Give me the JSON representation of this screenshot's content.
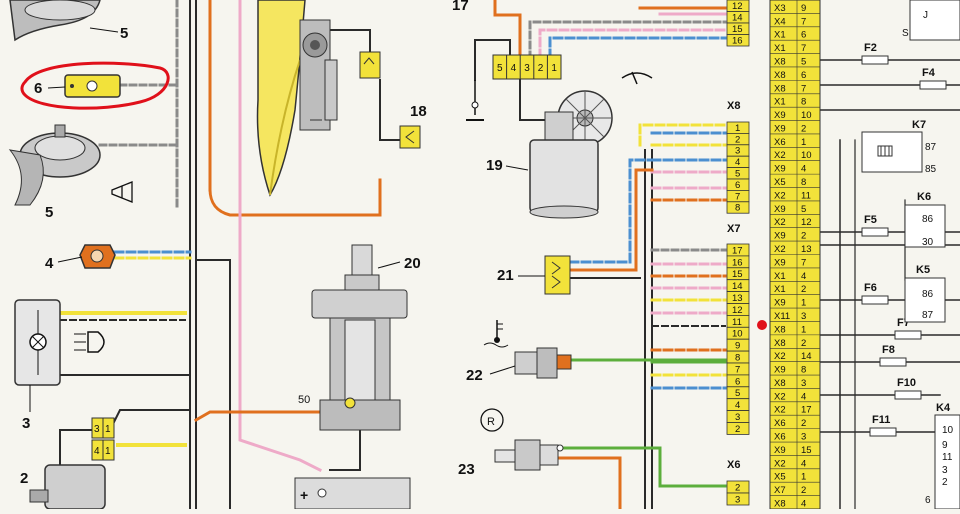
{
  "diagram": {
    "component_labels": {
      "c5_top": "5",
      "c5_bottom": "5",
      "c6": "6",
      "c4": "4",
      "c3": "3",
      "c2": "2",
      "c17": "17",
      "c18": "18",
      "c19": "19",
      "c20": "20",
      "c21": "21",
      "c22": "22",
      "c23": "23"
    },
    "terminal_50": "50",
    "connector_31": [
      "3",
      "1"
    ],
    "connector_41": [
      "4",
      "1"
    ],
    "connector_19_pins": [
      "5",
      "4",
      "3",
      "2",
      "1"
    ],
    "x8": {
      "title": "X8",
      "pins": [
        "1",
        "2",
        "3",
        "4",
        "5",
        "6",
        "7",
        "8"
      ]
    },
    "x7": {
      "title": "X7",
      "pins": [
        "17",
        "16",
        "15",
        "14",
        "13",
        "12",
        "11",
        "10",
        "9",
        "8",
        "7",
        "6",
        "5",
        "4",
        "3",
        "2"
      ]
    },
    "x6": {
      "title": "X6",
      "pins": [
        "2",
        "3"
      ]
    },
    "x_top_pins": [
      "12",
      "14",
      "15",
      "16"
    ],
    "mounting_block": [
      [
        "X3",
        "9"
      ],
      [
        "X4",
        "7"
      ],
      [
        "X1",
        "6"
      ],
      [
        "X1",
        "7"
      ],
      [
        "X8",
        "5"
      ],
      [
        "X8",
        "6"
      ],
      [
        "X8",
        "7"
      ],
      [
        "X1",
        "8"
      ],
      [
        "X9",
        "10"
      ],
      [
        "X9",
        "2"
      ],
      [
        "X6",
        "1"
      ],
      [
        "X2",
        "10"
      ],
      [
        "X9",
        "4"
      ],
      [
        "X5",
        "8"
      ],
      [
        "X2",
        "11"
      ],
      [
        "X9",
        "5"
      ],
      [
        "X2",
        "12"
      ],
      [
        "X9",
        "2"
      ],
      [
        "X2",
        "13"
      ],
      [
        "X9",
        "7"
      ],
      [
        "X1",
        "4"
      ],
      [
        "X1",
        "2"
      ],
      [
        "X9",
        "1"
      ],
      [
        "X11",
        "3"
      ],
      [
        "X8",
        "1"
      ],
      [
        "X8",
        "2"
      ],
      [
        "X2",
        "14"
      ],
      [
        "X9",
        "8"
      ],
      [
        "X8",
        "3"
      ],
      [
        "X2",
        "4"
      ],
      [
        "X2",
        "17"
      ],
      [
        "X6",
        "2"
      ],
      [
        "X6",
        "3"
      ],
      [
        "X9",
        "15"
      ],
      [
        "X2",
        "4"
      ],
      [
        "X5",
        "1"
      ],
      [
        "X7",
        "2"
      ],
      [
        "X8",
        "4"
      ]
    ],
    "fuses": [
      "F2",
      "F4",
      "F5",
      "F6",
      "F7",
      "F8",
      "F10",
      "F11"
    ],
    "relays": {
      "k7": {
        "name": "K7",
        "pins": [
          "87",
          "85"
        ]
      },
      "k6": {
        "name": "K6",
        "pins": [
          "86",
          "30"
        ]
      },
      "k5": {
        "name": "K5",
        "pins": [
          "86",
          "87"
        ]
      },
      "k4": {
        "name": "K4",
        "pins": [
          "10",
          "9",
          "11",
          "3",
          "2",
          "6"
        ]
      }
    },
    "top_right": {
      "s": "S",
      "j": "J"
    },
    "colors": {
      "yellow": "#f2e23a",
      "orange": "#e0701e",
      "pink": "#eeaac8",
      "blue": "#4b8fd0",
      "green": "#5cae3c",
      "red_annotation": "#e0101a",
      "wire_black": "#2a2a2a"
    },
    "icons": [
      "horn-icon",
      "fog-lamp-icon",
      "wiper-icon",
      "coolant-temp-icon",
      "oil-pressure-icon",
      "relay-coil-icon"
    ]
  }
}
